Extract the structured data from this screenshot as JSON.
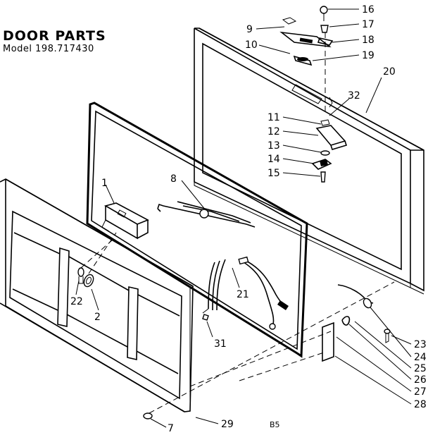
{
  "header": {
    "title": "DOOR PARTS",
    "model": "Model 198.717430"
  },
  "footer_code": "B5",
  "callouts": [
    {
      "id": "1",
      "label": "1"
    },
    {
      "id": "2",
      "label": "2"
    },
    {
      "id": "7",
      "label": "7"
    },
    {
      "id": "8",
      "label": "8"
    },
    {
      "id": "9",
      "label": "9"
    },
    {
      "id": "10",
      "label": "10"
    },
    {
      "id": "11",
      "label": "11"
    },
    {
      "id": "12",
      "label": "12"
    },
    {
      "id": "13",
      "label": "13"
    },
    {
      "id": "14",
      "label": "14"
    },
    {
      "id": "15",
      "label": "15"
    },
    {
      "id": "16",
      "label": "16"
    },
    {
      "id": "17",
      "label": "17"
    },
    {
      "id": "18",
      "label": "18"
    },
    {
      "id": "19",
      "label": "19"
    },
    {
      "id": "20",
      "label": "20"
    },
    {
      "id": "21",
      "label": "21"
    },
    {
      "id": "22",
      "label": "22"
    },
    {
      "id": "23",
      "label": "23"
    },
    {
      "id": "24",
      "label": "24"
    },
    {
      "id": "25",
      "label": "25"
    },
    {
      "id": "26",
      "label": "26"
    },
    {
      "id": "27",
      "label": "27"
    },
    {
      "id": "28",
      "label": "28"
    },
    {
      "id": "29",
      "label": "29"
    },
    {
      "id": "31",
      "label": "31"
    },
    {
      "id": "32",
      "label": "32"
    }
  ]
}
